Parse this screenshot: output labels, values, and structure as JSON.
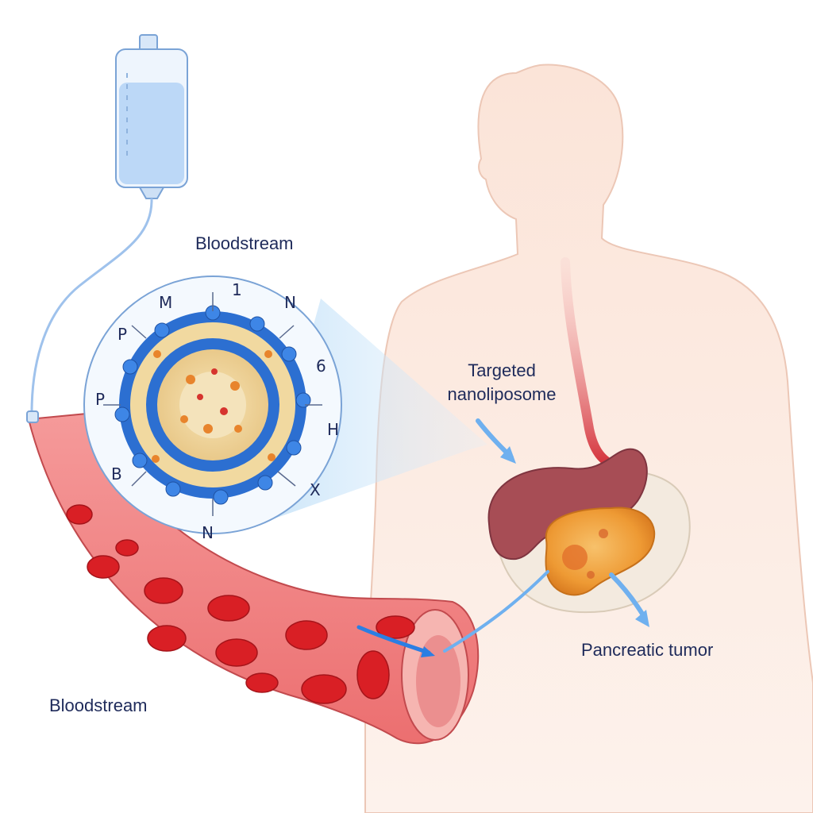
{
  "labels": {
    "bloodstream_top": "Bloodstream",
    "bloodstream_bottom": "Bloodstream",
    "targeted_line1": "Targeted",
    "targeted_line2": "nanoliposome",
    "pancreatic_tumor": "Pancreatic tumor"
  },
  "ligand_glyphs": [
    "M",
    "1",
    "N",
    "P",
    "6",
    "P",
    "H",
    "B",
    "X",
    "N"
  ],
  "colors": {
    "label_text": "#1e2a5a",
    "body_skin": "#fbe6dc",
    "vessel": "#f27a7a",
    "red_blood_cell": "#d91f25",
    "liposome_shell": "#2c6fd1",
    "liposome_core": "#f1d9a0",
    "tumor": "#f2a23a",
    "stomach": "#a74d55",
    "arrow": "#6fb0ef",
    "iv_bag_fluid": "#bcd8f7"
  }
}
